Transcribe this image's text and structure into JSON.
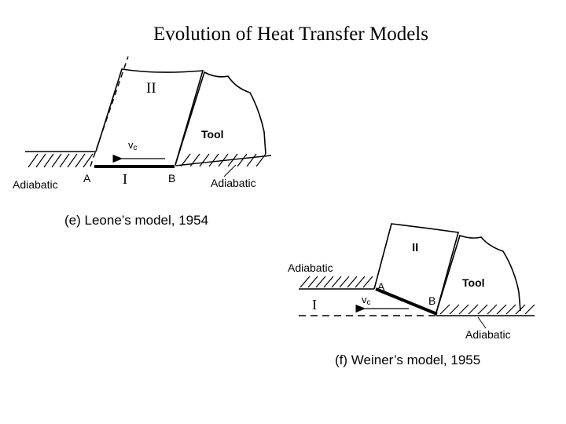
{
  "title": "Evolution of Heat Transfer Models",
  "diagram_e": {
    "region_chip": "II",
    "region_work": "I",
    "tool": "Tool",
    "velocity_sym": "v",
    "velocity_sub": "c",
    "point_a": "A",
    "point_b": "B",
    "adiabatic_left": "Adiabatic",
    "adiabatic_right": "Adiabatic",
    "caption": "(e) Leone’s model, 1954"
  },
  "diagram_f": {
    "region_chip": "II",
    "region_work": "I",
    "tool": "Tool",
    "velocity_sym": "v",
    "velocity_sub": "c",
    "point_a": "A",
    "point_b": "B",
    "adiabatic_top": "Adiabatic",
    "adiabatic_bottom": "Adiabatic",
    "caption": "(f) Weiner’s model, 1955"
  }
}
